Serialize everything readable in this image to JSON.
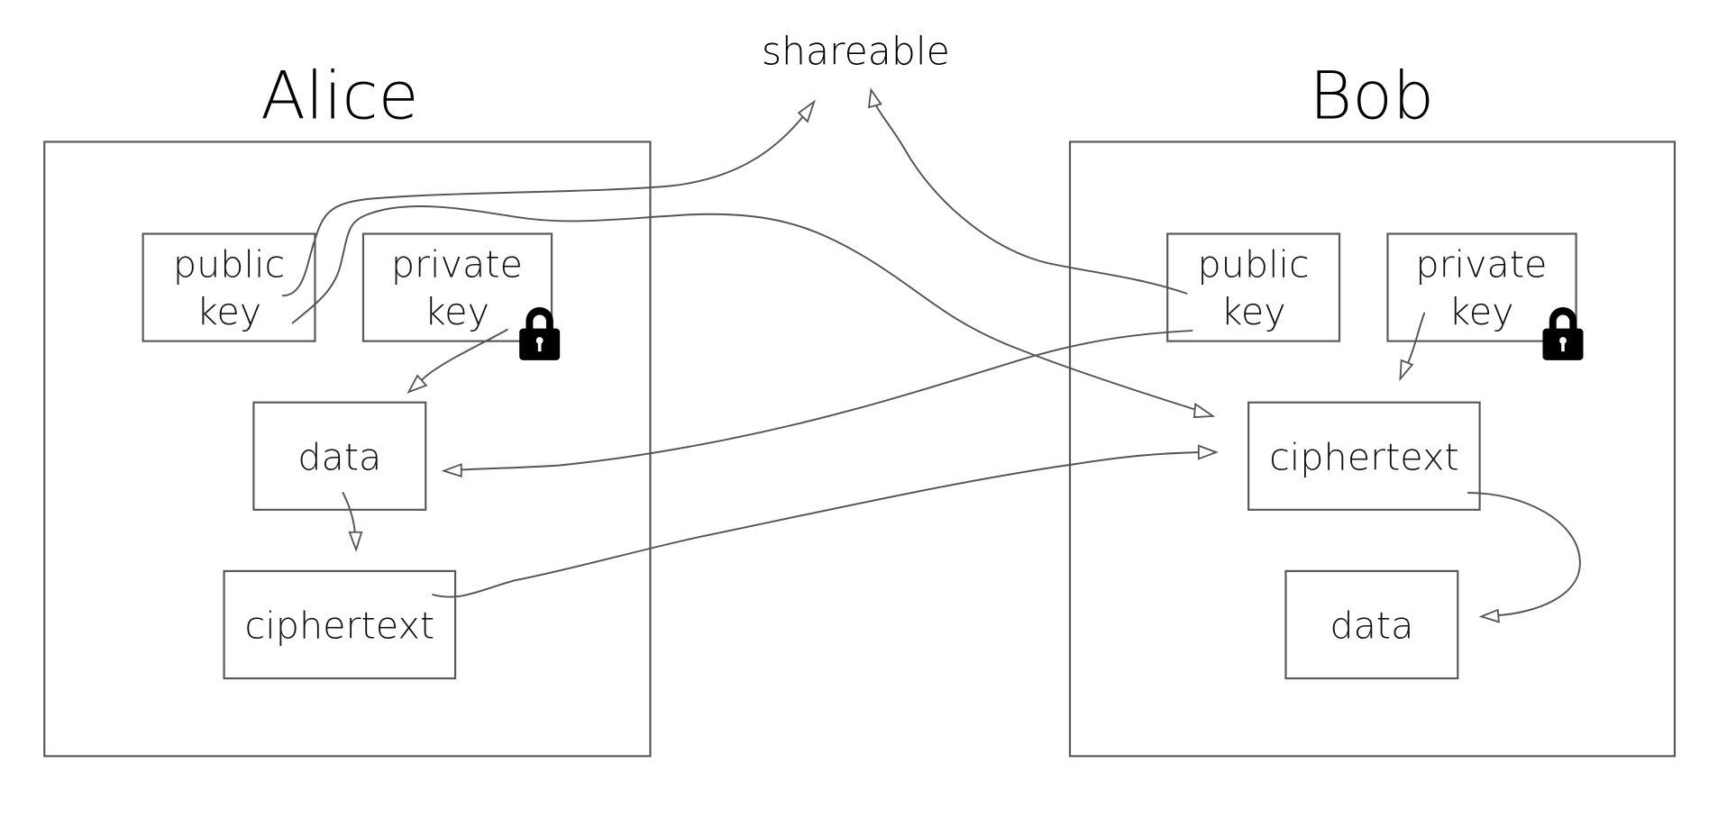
{
  "diagram": {
    "top_label": "shareable",
    "parties": [
      {
        "name": "Alice",
        "nodes": {
          "public_key": [
            "public",
            "key"
          ],
          "private_key": [
            "private",
            "key"
          ],
          "data": "data",
          "ciphertext": "ciphertext"
        },
        "private_key_icon": "lock-icon"
      },
      {
        "name": "Bob",
        "nodes": {
          "public_key": [
            "public",
            "key"
          ],
          "private_key": [
            "private",
            "key"
          ],
          "ciphertext": "ciphertext",
          "data": "data"
        },
        "private_key_icon": "lock-icon"
      }
    ],
    "edges": [
      {
        "from": "Alice.public_key",
        "to": "shareable"
      },
      {
        "from": "Alice.public_key",
        "to": "Bob.ciphertext"
      },
      {
        "from": "Alice.private_key",
        "to": "Alice.data"
      },
      {
        "from": "Alice.data",
        "to": "Alice.ciphertext"
      },
      {
        "from": "Alice.ciphertext",
        "to": "Bob.ciphertext"
      },
      {
        "from": "Bob.public_key",
        "to": "shareable"
      },
      {
        "from": "Bob.public_key",
        "to": "Alice.data"
      },
      {
        "from": "Bob.private_key",
        "to": "Bob.ciphertext"
      },
      {
        "from": "Bob.ciphertext",
        "to": "Bob.data"
      }
    ],
    "colors": {
      "stroke": "#555555",
      "text": "#000000",
      "background": "#ffffff"
    }
  }
}
